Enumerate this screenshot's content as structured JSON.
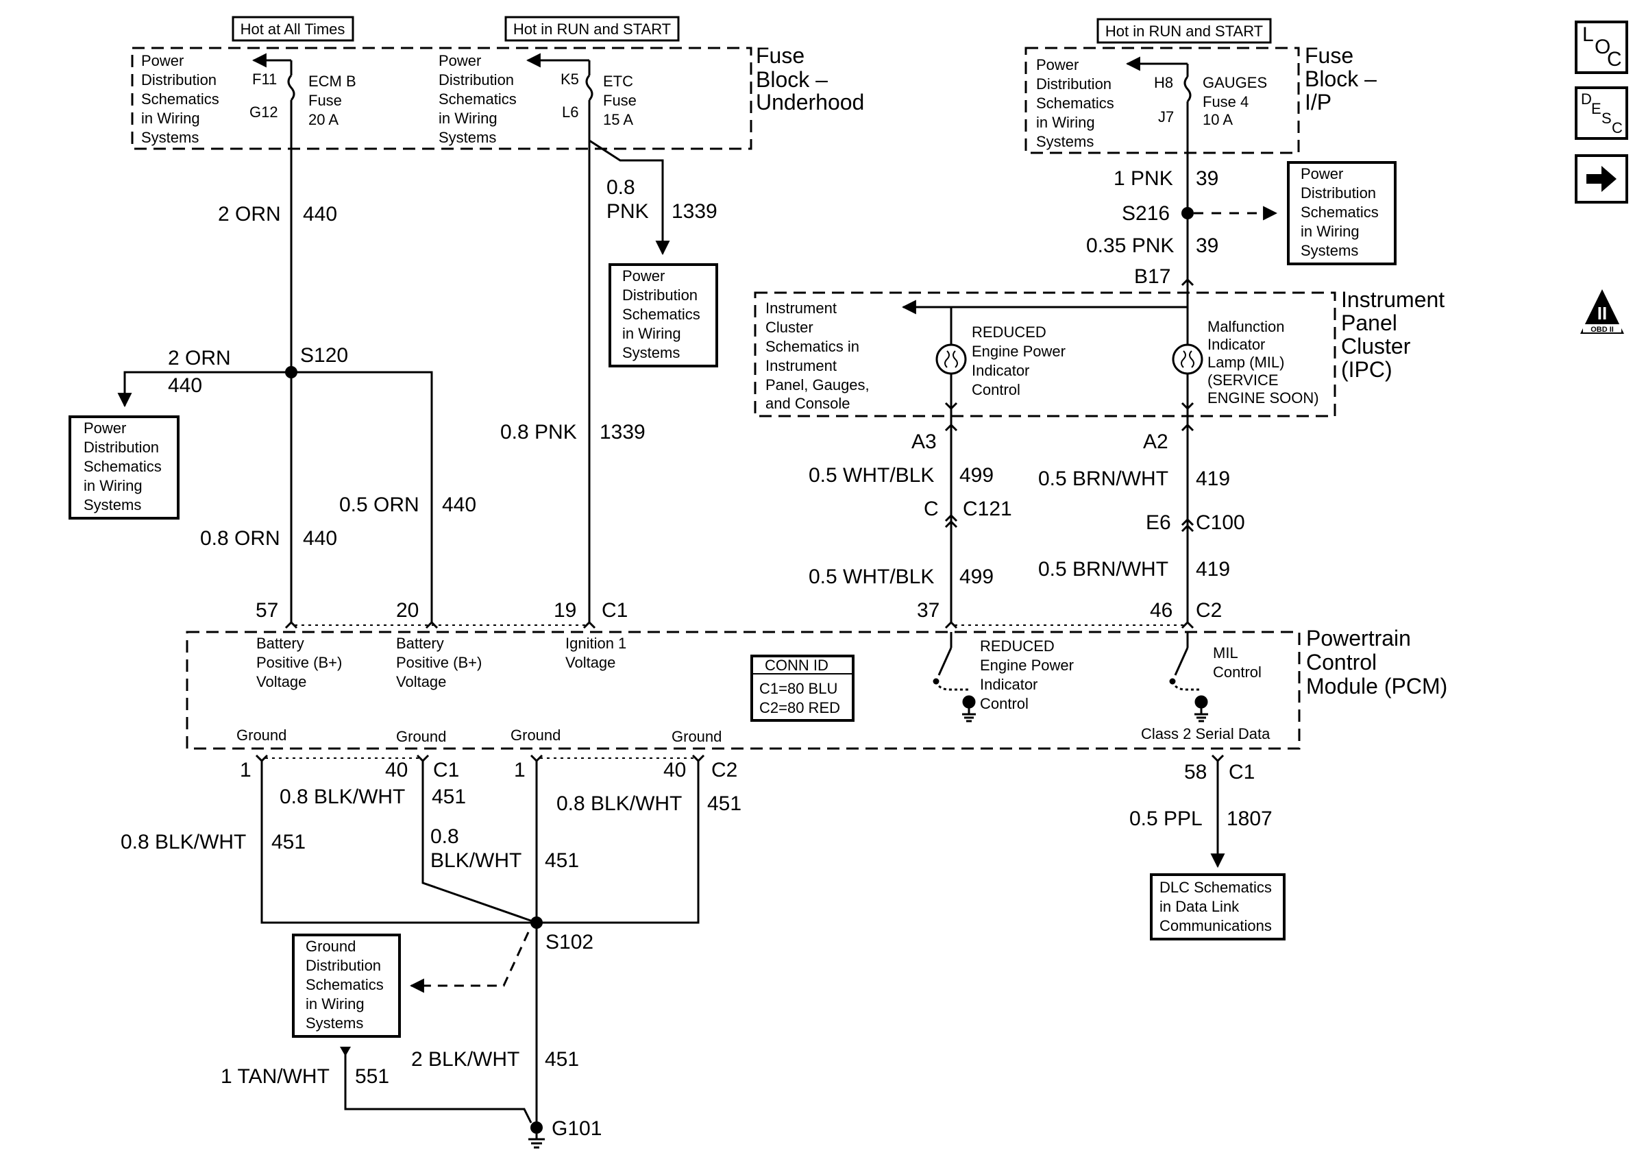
{
  "header_tags": {
    "hot_all_times": "Hot at All Times",
    "hot_run_start_1": "Hot in RUN and START",
    "hot_run_start_2": "Hot in RUN and START"
  },
  "fuse_block_underhood": {
    "title": "Fuse Block – Underhood",
    "pd_ref_1": [
      "Power",
      "Distribution",
      "Schematics",
      "in Wiring",
      "Systems"
    ],
    "pd_ref_2": [
      "Power",
      "Distribution",
      "Schematics",
      "in Wiring",
      "Systems"
    ],
    "ecm_fuse": {
      "pin_in": "F11",
      "pin_out": "G12",
      "name": [
        "ECM B",
        "Fuse",
        "20 A"
      ]
    },
    "etc_fuse": {
      "pin_in": "K5",
      "pin_out": "L6",
      "name": [
        "ETC",
        "Fuse",
        "15 A"
      ]
    }
  },
  "fuse_block_ip": {
    "title": [
      "Fuse",
      "Block –",
      "I/P"
    ],
    "pd_ref": [
      "Power",
      "Distribution",
      "Schematics",
      "in Wiring",
      "Systems"
    ],
    "gauges_fuse": {
      "pin_in": "H8",
      "pin_out": "J7",
      "name": [
        "GAUGES",
        "Fuse 4",
        "10 A"
      ]
    }
  },
  "wires": {
    "w440_top": {
      "gauge": "2 ORN",
      "circuit": "440"
    },
    "w440_branch": {
      "gauge": "2 ORN",
      "circuit": "440"
    },
    "w440_057": {
      "gauge": "0.8 ORN",
      "circuit": "440"
    },
    "w440_05": {
      "gauge": "0.5 ORN",
      "circuit": "440"
    },
    "w1339_top": {
      "gauge": [
        "0.8",
        "PNK"
      ],
      "circuit": "1339"
    },
    "w1339_mid": {
      "gauge": "0.8 PNK",
      "circuit": "1339"
    },
    "w39_top": {
      "gauge": "1 PNK",
      "circuit": "39"
    },
    "w39_bot": {
      "gauge": "0.35 PNK",
      "circuit": "39"
    },
    "w499_top": {
      "gauge": "0.5 WHT/BLK",
      "circuit": "499"
    },
    "w499_bot": {
      "gauge": "0.5 WHT/BLK",
      "circuit": "499"
    },
    "w419_top": {
      "gauge": "0.5 BRN/WHT",
      "circuit": "419"
    },
    "w419_bot": {
      "gauge": "0.5 BRN/WHT",
      "circuit": "419"
    },
    "w451_a": {
      "gauge": "0.8 BLK/WHT",
      "circuit": "451"
    },
    "w451_b": {
      "gauge": "0.8 BLK/WHT",
      "circuit": "451"
    },
    "w451_c": {
      "gauge": [
        "0.8",
        "BLK/WHT"
      ],
      "circuit": "451"
    },
    "w451_d": {
      "gauge": "0.8 BLK/WHT",
      "circuit": "451"
    },
    "w451_main": {
      "gauge": "2 BLK/WHT",
      "circuit": "451"
    },
    "w551": {
      "gauge": "1 TAN/WHT",
      "circuit": "551"
    },
    "w1807": {
      "gauge": "0.5 PPL",
      "circuit": "1807"
    }
  },
  "splices": {
    "s120": "S120",
    "s216": "S216",
    "s102": "S102",
    "g101": "G101"
  },
  "connectors": {
    "b17": "B17",
    "a3": "A3",
    "a2": "A2",
    "c121_pin": "C",
    "c121": "C121",
    "c100_pin": "E6",
    "c100": "C100",
    "pcm_57": "57",
    "pcm_20": "20",
    "pcm_19": "19",
    "pcm_c1_top": "C1",
    "pcm_37": "37",
    "pcm_46": "46",
    "pcm_c2_top": "C2",
    "gnd_1a": "1",
    "gnd_40a": "40",
    "gnd_c1": "C1",
    "gnd_1b": "1",
    "gnd_40b": "40",
    "gnd_c2": "C2",
    "pcm_58": "58",
    "pcm_c1_bot": "C1"
  },
  "ipc": {
    "title": [
      "Instrument",
      "Panel",
      "Cluster",
      "(IPC)"
    ],
    "ref": [
      "Instrument",
      "Cluster",
      "Schematics in",
      "Instrument",
      "Panel, Gauges,",
      "and Console"
    ],
    "reduced": [
      "REDUCED",
      "Engine Power",
      "Indicator",
      "Control"
    ],
    "mil": [
      "Malfunction",
      "Indicator",
      "Lamp (MIL)",
      "(SERVICE",
      "ENGINE SOON)"
    ]
  },
  "pcm": {
    "title": [
      "Powertrain",
      "Control",
      "Module (PCM)"
    ],
    "bpos1": [
      "Battery",
      "Positive (B+)",
      "Voltage"
    ],
    "bpos2": [
      "Battery",
      "Positive (B+)",
      "Voltage"
    ],
    "ign": [
      "Ignition 1",
      "Voltage"
    ],
    "conn_id": [
      "CONN ID",
      "C1=80 BLU",
      "C2=80 RED"
    ],
    "reduced": [
      "REDUCED",
      "Engine Power",
      "Indicator",
      "Control"
    ],
    "mil": [
      "MIL",
      "Control"
    ],
    "grounds": [
      "Ground",
      "Ground",
      "Ground",
      "Ground"
    ],
    "class2": "Class 2 Serial Data"
  },
  "refs": {
    "pd_1339": [
      "Power",
      "Distribution",
      "Schematics",
      "in Wiring",
      "Systems"
    ],
    "pd_s120": [
      "Power",
      "Distribution",
      "Schematics",
      "in Wiring",
      "Systems"
    ],
    "pd_s216": [
      "Power",
      "Distribution",
      "Schematics",
      "in Wiring",
      "Systems"
    ],
    "ground_dist": [
      "Ground",
      "Distribution",
      "Schematics",
      "in Wiring",
      "Systems"
    ],
    "dlc": [
      "DLC Schematics",
      "in Data Link",
      "Communications"
    ]
  },
  "side_icons": {
    "loc": {
      "a": "L",
      "b": "O",
      "c": "C"
    },
    "desc": {
      "a": "D",
      "b": "E",
      "c": "S",
      "d": "C"
    },
    "obd": {
      "roman": "II",
      "label": "OBD II"
    }
  }
}
